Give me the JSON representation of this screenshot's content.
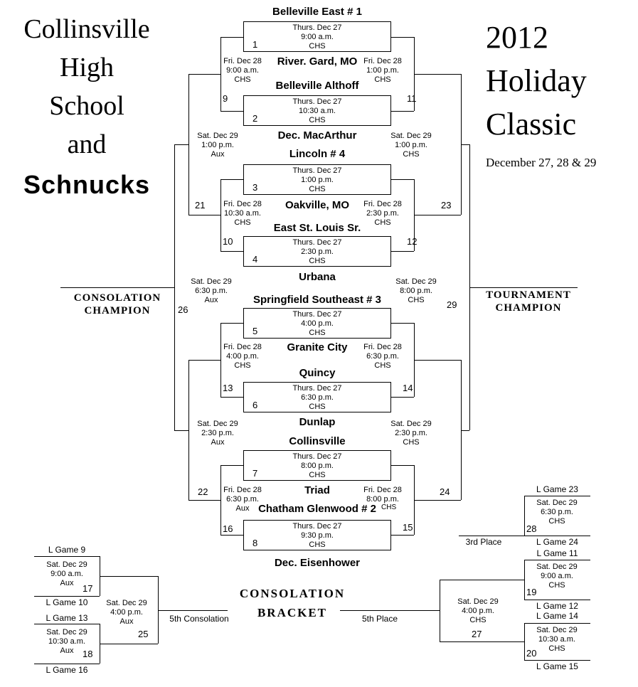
{
  "title_left": {
    "lines": [
      "Collinsville",
      "High",
      "School",
      "and"
    ],
    "brand": "Schnucks"
  },
  "title_right": {
    "lines": [
      "2012",
      "Holiday",
      "Classic"
    ],
    "dates": "December 27, 28 & 29"
  },
  "teams": [
    "Belleville East # 1",
    "River. Gard, MO",
    "Belleville Althoff",
    "Dec. MacArthur",
    "Lincoln # 4",
    "Oakville, MO",
    "East St. Louis Sr.",
    "Urbana",
    "Springfield Southeast # 3",
    "Granite City",
    "Quincy",
    "Dunlap",
    "Collinsville",
    "Triad",
    "Chatham Glenwood # 2",
    "Dec. Eisenhower"
  ],
  "games": {
    "g1": {
      "num": "1",
      "date": "Thurs. Dec 27",
      "time": "9:00 a.m.",
      "venue": "CHS"
    },
    "g2": {
      "num": "2",
      "date": "Thurs. Dec 27",
      "time": "10:30 a.m.",
      "venue": "CHS"
    },
    "g3": {
      "num": "3",
      "date": "Thurs. Dec 27",
      "time": "1:00 p.m.",
      "venue": "CHS"
    },
    "g4": {
      "num": "4",
      "date": "Thurs. Dec 27",
      "time": "2:30 p.m.",
      "venue": "CHS"
    },
    "g5": {
      "num": "5",
      "date": "Thurs. Dec 27",
      "time": "4:00 p.m.",
      "venue": "CHS"
    },
    "g6": {
      "num": "6",
      "date": "Thurs. Dec 27",
      "time": "6:30 p.m.",
      "venue": "CHS"
    },
    "g7": {
      "num": "7",
      "date": "Thurs. Dec 27",
      "time": "8:00 p.m.",
      "venue": "CHS"
    },
    "g8": {
      "num": "8",
      "date": "Thurs. Dec 27",
      "time": "9:30 p.m.",
      "venue": "CHS"
    },
    "g9": {
      "num": "9",
      "date": "Fri. Dec 28",
      "time": "9:00 a.m.",
      "venue": "CHS"
    },
    "g10": {
      "num": "10",
      "date": "Fri. Dec 28",
      "time": "10:30 a.m.",
      "venue": "CHS"
    },
    "g11": {
      "num": "11",
      "date": "Fri. Dec 28",
      "time": "1:00 p.m.",
      "venue": "CHS"
    },
    "g12": {
      "num": "12",
      "date": "Fri. Dec 28",
      "time": "2:30 p.m.",
      "venue": "CHS"
    },
    "g13": {
      "num": "13",
      "date": "Fri. Dec 28",
      "time": "4:00 p.m.",
      "venue": "CHS"
    },
    "g14": {
      "num": "14",
      "date": "Fri. Dec 28",
      "time": "6:30 p.m.",
      "venue": "CHS"
    },
    "g15": {
      "num": "15",
      "date": "Fri. Dec 28",
      "time": "8:00 p.m.",
      "venue": "CHS"
    },
    "g16": {
      "num": "16",
      "date": "Fri. Dec 28",
      "time": "6:30 p.m.",
      "venue": "Aux"
    },
    "g17": {
      "num": "17",
      "date": "Sat. Dec 29",
      "time": "9:00 a.m.",
      "venue": "Aux"
    },
    "g18": {
      "num": "18",
      "date": "Sat. Dec 29",
      "time": "10:30 a.m.",
      "venue": "Aux"
    },
    "g19": {
      "num": "19",
      "date": "Sat. Dec 29",
      "time": "9:00 a.m.",
      "venue": "CHS"
    },
    "g20": {
      "num": "20",
      "date": "Sat. Dec 29",
      "time": "10:30 a.m.",
      "venue": "CHS"
    },
    "g21": {
      "num": "21",
      "date": "Sat. Dec 29",
      "time": "1:00 p.m.",
      "venue": "Aux"
    },
    "g22": {
      "num": "22",
      "date": "Sat. Dec 29",
      "time": "2:30 p.m.",
      "venue": "Aux"
    },
    "g23": {
      "num": "23",
      "date": "Sat. Dec 29",
      "time": "1:00 p.m.",
      "venue": "CHS"
    },
    "g24": {
      "num": "24",
      "date": "Sat. Dec 29",
      "time": "2:30 p.m.",
      "venue": "CHS"
    },
    "g25": {
      "num": "25",
      "date": "Sat. Dec 29",
      "time": "4:00 p.m.",
      "venue": "Aux"
    },
    "g26": {
      "num": "26",
      "date": "Sat. Dec 29",
      "time": "6:30 p.m.",
      "venue": "Aux"
    },
    "g27": {
      "num": "27",
      "date": "Sat. Dec 29",
      "time": "4:00 p.m.",
      "venue": "CHS"
    },
    "g28": {
      "num": "28",
      "date": "Sat. Dec 29",
      "time": "6:30 p.m.",
      "venue": "CHS"
    },
    "g29": {
      "num": "29",
      "date": "Sat. Dec 29",
      "time": "8:00 p.m.",
      "venue": "CHS"
    }
  },
  "labels": {
    "consolation_champion": [
      "CONSOLATION",
      "CHAMPION"
    ],
    "tournament_champion": [
      "TOURNAMENT",
      "CHAMPION"
    ],
    "consolation_bracket": [
      "CONSOLATION",
      "BRACKET"
    ],
    "third_place": "3rd Place",
    "fifth_place": "5th Place",
    "fifth_consolation": "5th Consolation",
    "feeds": {
      "lg9": "L Game 9",
      "lg10": "L Game 10",
      "lg11": "L Game 11",
      "lg12": "L Game 12",
      "lg13": "L Game 13",
      "lg14": "L Game 14",
      "lg15": "L Game 15",
      "lg16": "L Game 16",
      "lg23": "L Game 23",
      "lg24": "L Game 24"
    }
  }
}
